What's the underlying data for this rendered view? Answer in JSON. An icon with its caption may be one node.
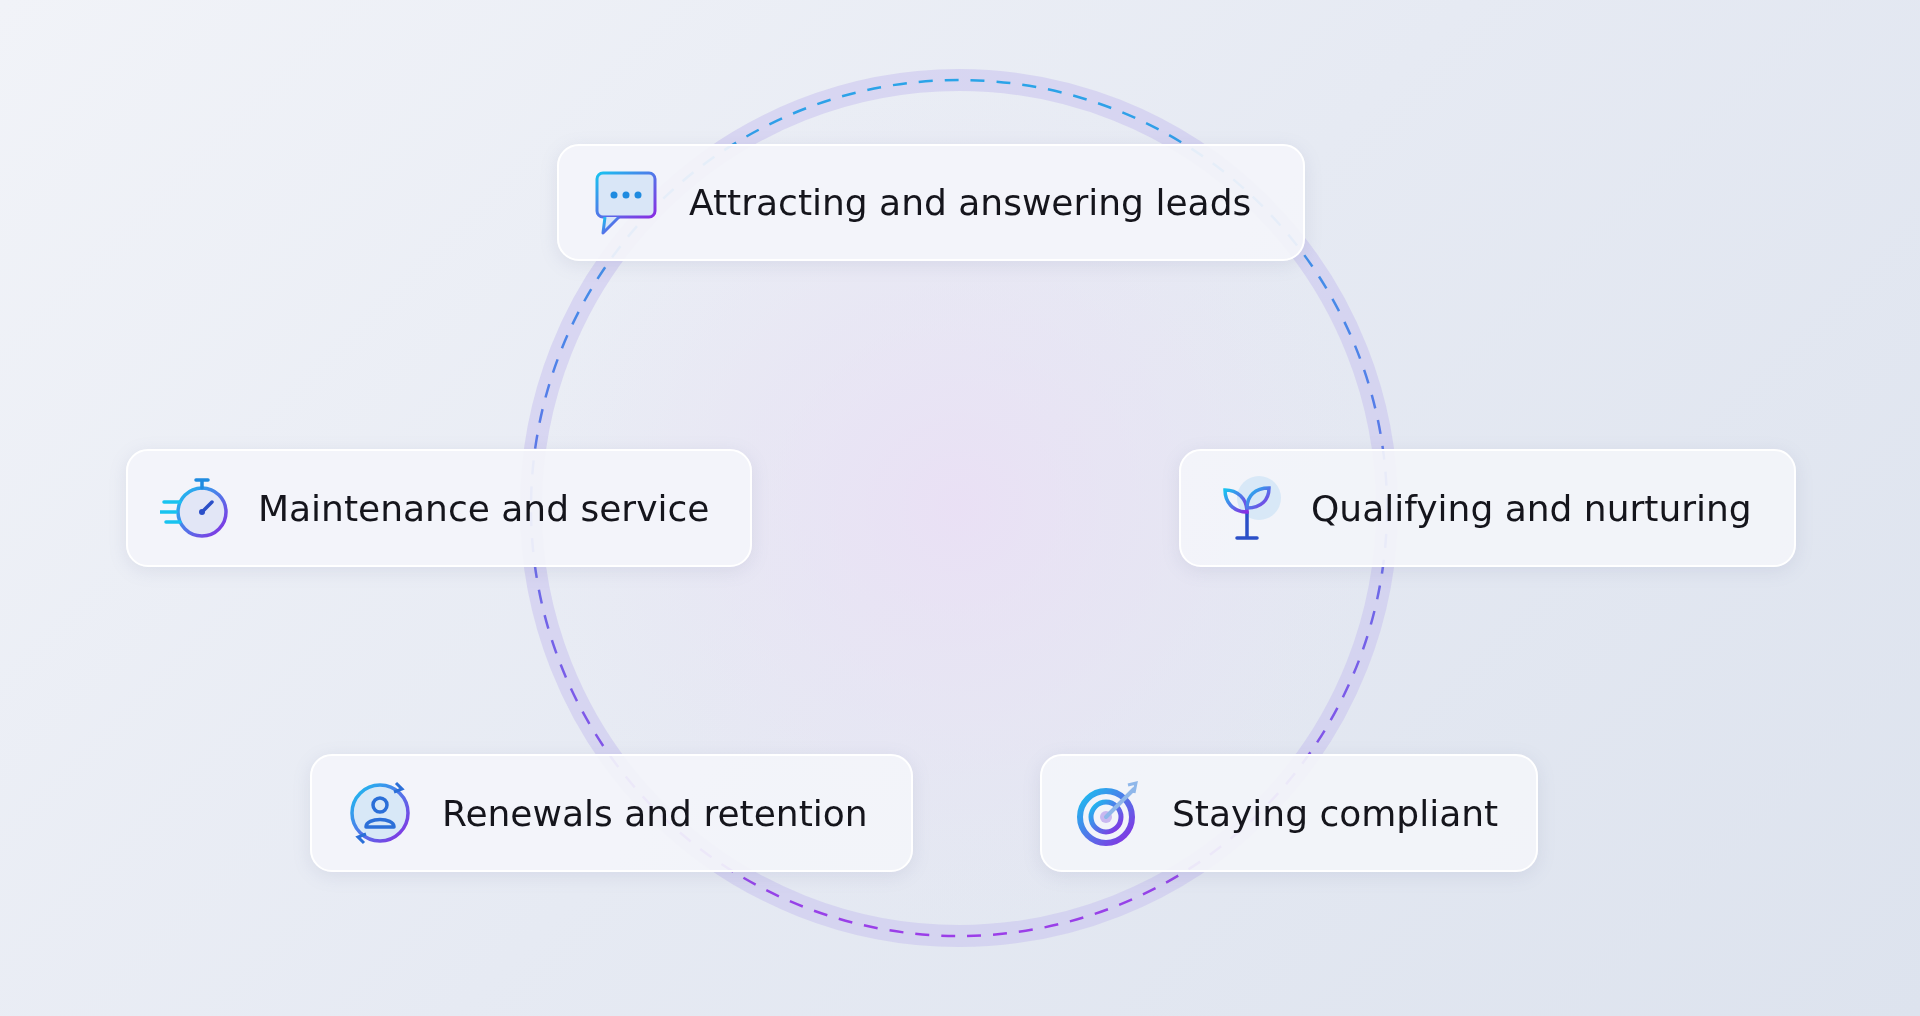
{
  "diagram": {
    "nodes": [
      {
        "text": [
          "Attracting and answering leads"
        ]
      },
      {
        "text": [
          "Maintenance and service"
        ]
      },
      {
        "text": [
          "Qualifying and nurturing"
        ]
      },
      {
        "text": [
          "Renewals and retention"
        ]
      },
      {
        "text": [
          "Staying compliant"
        ]
      }
    ]
  }
}
